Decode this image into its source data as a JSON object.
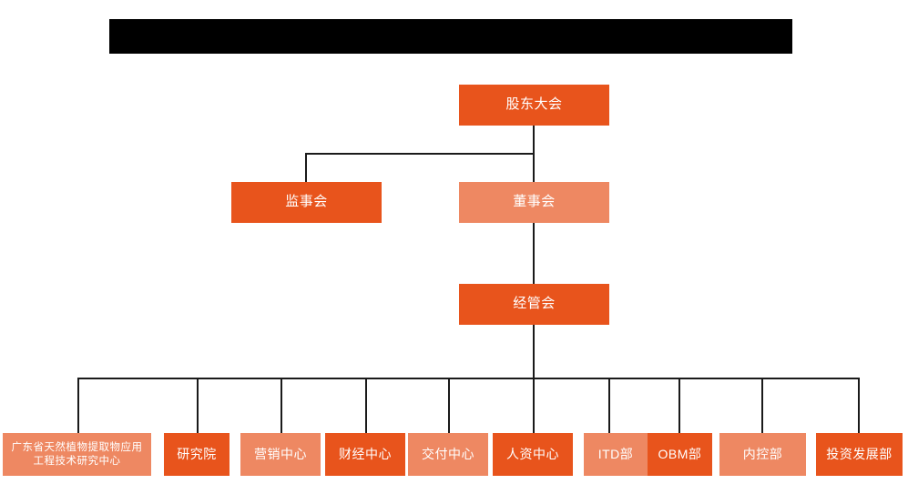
{
  "banner": {
    "label": "redacted-title-bar",
    "text": "",
    "color": "#000000"
  },
  "palette": {
    "dark_orange": "#e8541c",
    "light_orange": "#ee8862",
    "connector": "#1a1a1a",
    "background": "#ffffff",
    "text": "#ffffff"
  },
  "chart": {
    "type": "org-chart",
    "title": "",
    "levels": [
      {
        "level": 1,
        "nodes": [
          {
            "id": "shareholders",
            "text": "股东大会",
            "tone": "dark"
          }
        ]
      },
      {
        "level": 2,
        "nodes": [
          {
            "id": "supervisory-board",
            "text": "监事会",
            "tone": "dark"
          },
          {
            "id": "board-of-directors",
            "text": "董事会",
            "tone": "light"
          }
        ]
      },
      {
        "level": 3,
        "nodes": [
          {
            "id": "management-committee",
            "text": "经管会",
            "tone": "dark"
          }
        ]
      },
      {
        "level": 4,
        "nodes": [
          {
            "id": "guangdong-research-center",
            "text": "广东省天然植物提取物应用工程技术研究中心",
            "tone": "light"
          },
          {
            "id": "research-institute",
            "text": "研究院",
            "tone": "dark"
          },
          {
            "id": "marketing-center",
            "text": "营销中心",
            "tone": "light"
          },
          {
            "id": "finance-center",
            "text": "财经中心",
            "tone": "dark"
          },
          {
            "id": "delivery-center",
            "text": "交付中心",
            "tone": "light"
          },
          {
            "id": "hr-center",
            "text": "人资中心",
            "tone": "dark"
          },
          {
            "id": "itd-department",
            "text": "ITD部",
            "tone": "light"
          },
          {
            "id": "obm-department",
            "text": "OBM部",
            "tone": "dark"
          },
          {
            "id": "internal-control-department",
            "text": "内控部",
            "tone": "light"
          },
          {
            "id": "investment-development-department",
            "text": "投资发展部",
            "tone": "dark"
          }
        ]
      }
    ],
    "edges": [
      {
        "from": "shareholders",
        "to": "supervisory-board"
      },
      {
        "from": "shareholders",
        "to": "board-of-directors"
      },
      {
        "from": "board-of-directors",
        "to": "management-committee"
      },
      {
        "from": "management-committee",
        "to": "guangdong-research-center"
      },
      {
        "from": "management-committee",
        "to": "research-institute"
      },
      {
        "from": "management-committee",
        "to": "marketing-center"
      },
      {
        "from": "management-committee",
        "to": "finance-center"
      },
      {
        "from": "management-committee",
        "to": "delivery-center"
      },
      {
        "from": "management-committee",
        "to": "hr-center"
      },
      {
        "from": "management-committee",
        "to": "itd-department"
      },
      {
        "from": "management-committee",
        "to": "obm-department"
      },
      {
        "from": "management-committee",
        "to": "internal-control-department"
      },
      {
        "from": "management-committee",
        "to": "investment-development-department"
      }
    ]
  }
}
